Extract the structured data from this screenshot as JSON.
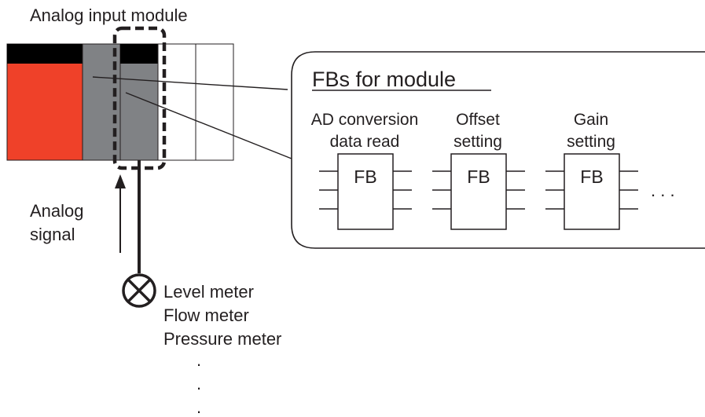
{
  "module_title": "Analog input module",
  "panel": {
    "title": "FBs for module",
    "fbs": [
      {
        "caption": [
          "AD conversion",
          "data read"
        ],
        "label": "FB"
      },
      {
        "caption": [
          "Offset",
          "setting"
        ],
        "label": "FB"
      },
      {
        "caption": [
          "Gain",
          "setting"
        ],
        "label": "FB"
      }
    ],
    "continuation": ". . ."
  },
  "signal_label": [
    "Analog",
    "signal"
  ],
  "sensor_labels": [
    "Level meter",
    "Flow meter",
    "Pressure meter"
  ],
  "sensor_continuation": [
    ".",
    ".",
    "."
  ],
  "colors": {
    "cpu_red": "#ef4129",
    "module_gray": "#808285",
    "slot_black": "#000000",
    "line": "#231f20"
  }
}
